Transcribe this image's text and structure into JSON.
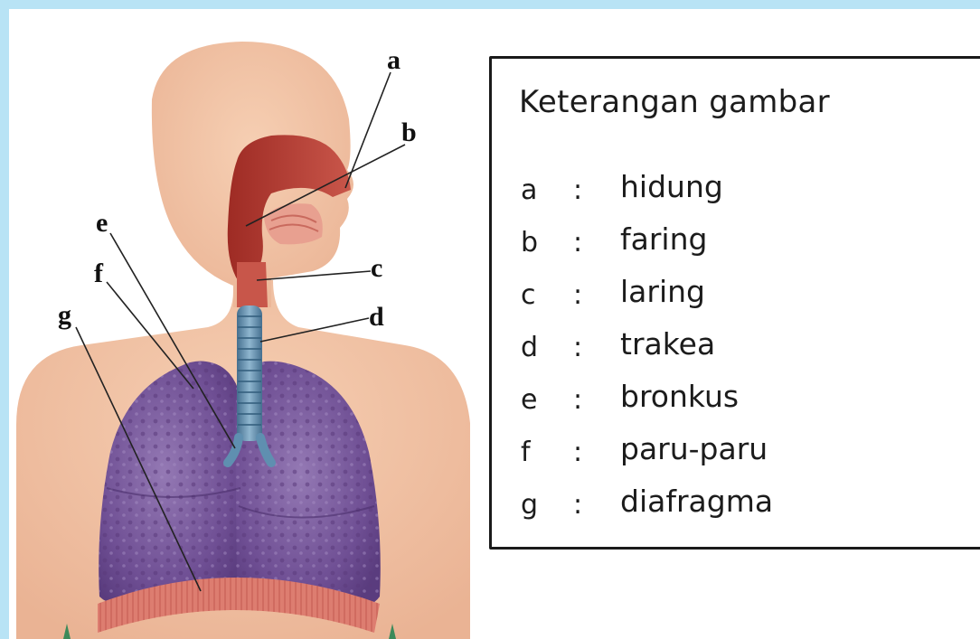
{
  "diagram": {
    "labels": [
      {
        "key": "a",
        "target": "hidung"
      },
      {
        "key": "b",
        "target": "faring"
      },
      {
        "key": "c",
        "target": "laring"
      },
      {
        "key": "d",
        "target": "trakea"
      },
      {
        "key": "e",
        "target": "bronkus"
      },
      {
        "key": "f",
        "target": "paru-paru"
      },
      {
        "key": "g",
        "target": "diafragma"
      }
    ]
  },
  "legend": {
    "title": "Keterangan gambar",
    "separator": ":",
    "items": [
      {
        "key": "a",
        "text": "hidung"
      },
      {
        "key": "b",
        "text": "faring"
      },
      {
        "key": "c",
        "text": "laring"
      },
      {
        "key": "d",
        "text": "trakea"
      },
      {
        "key": "e",
        "text": "bronkus"
      },
      {
        "key": "f",
        "text": "paru-paru"
      },
      {
        "key": "g",
        "text": "diafragma"
      }
    ]
  },
  "colors": {
    "frame": "#b8e3f5",
    "skin": "#f2c3a5",
    "airway": "#b93a2f",
    "trachea": "#5f8fb0",
    "lung": "#7d5d9e",
    "diaphragm": "#d9766a"
  }
}
